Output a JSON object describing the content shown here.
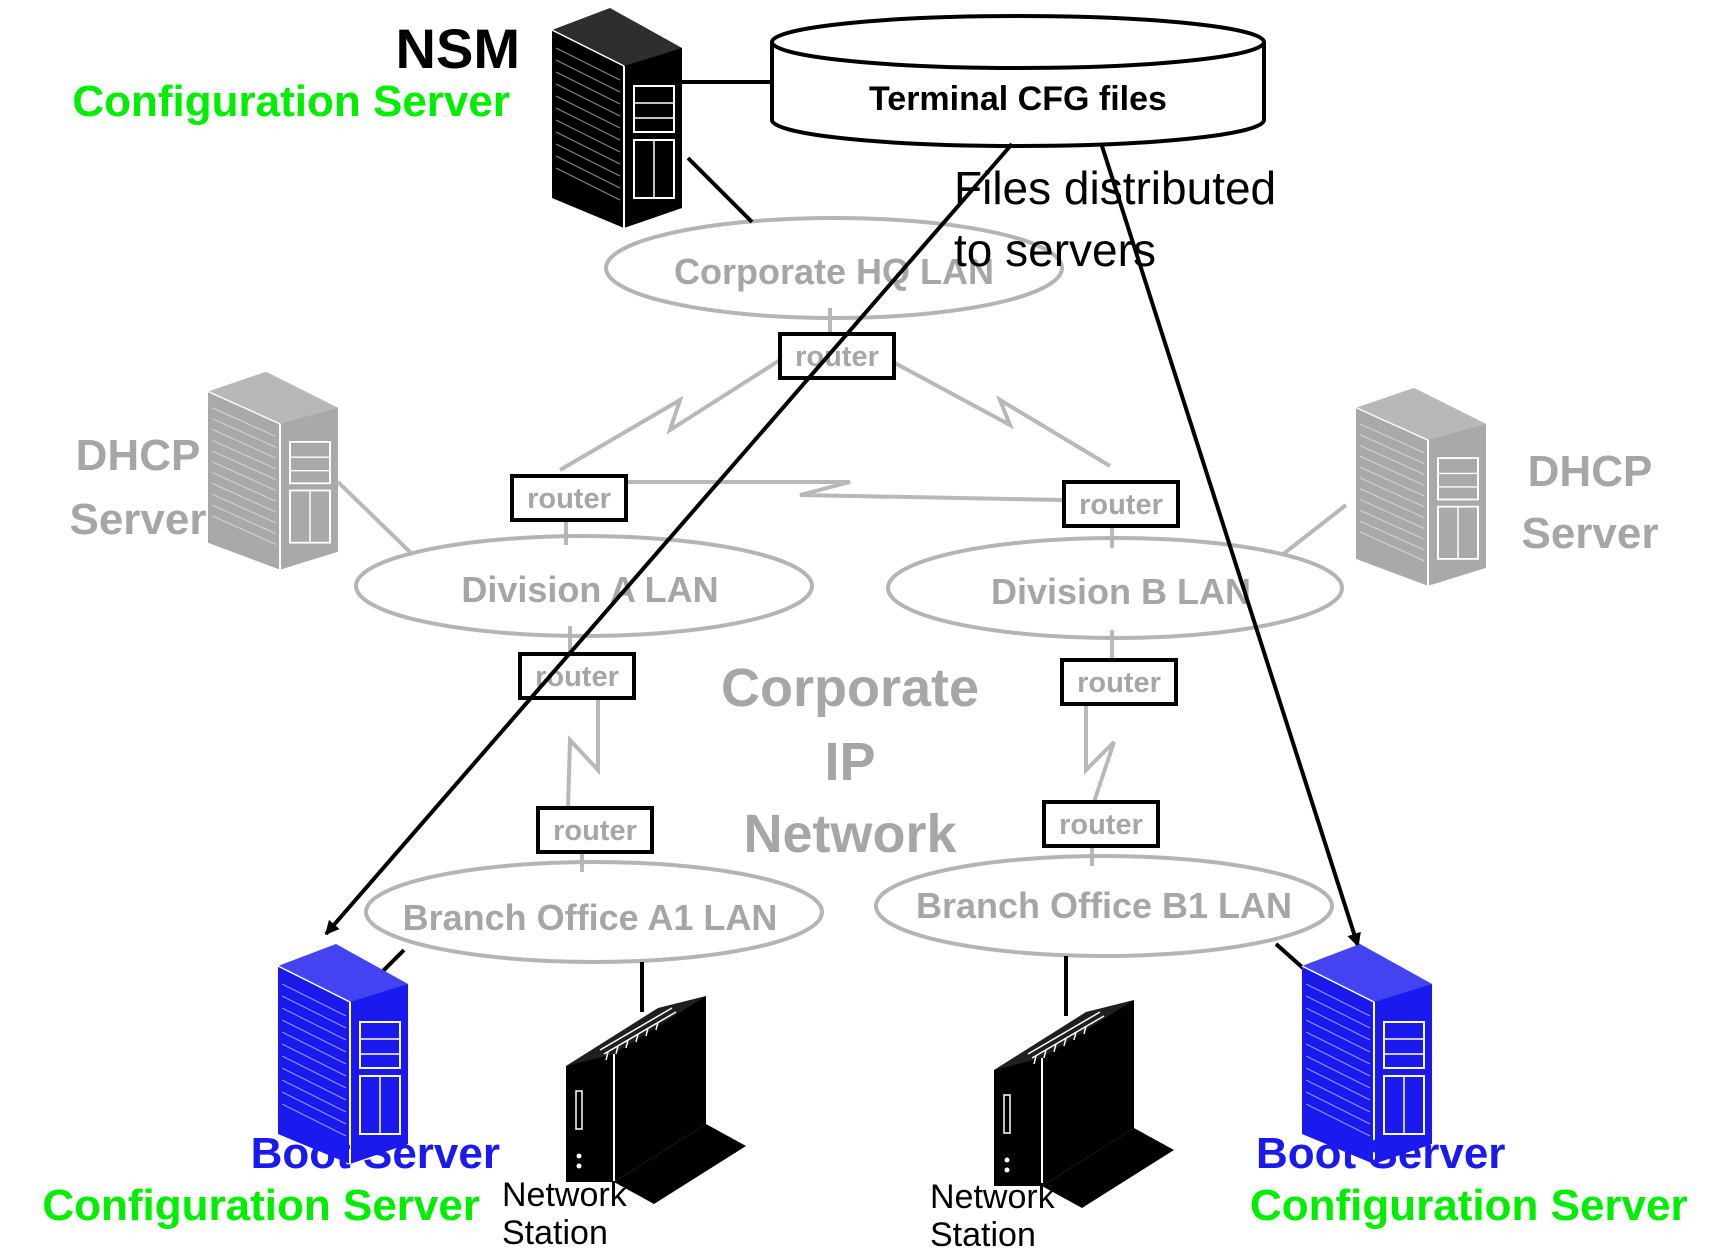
{
  "nsm": {
    "title": "NSM",
    "subtitle": "Configuration Server"
  },
  "storage": {
    "label": "Terminal CFG files"
  },
  "annotation": {
    "line1": "Files distributed",
    "line2": "to servers"
  },
  "lans": {
    "hq": "Corporate HQ LAN",
    "division_a": "Division A LAN",
    "division_b": "Division B LAN",
    "branch_a1": "Branch Office A1 LAN",
    "branch_b1": "Branch Office B1 LAN"
  },
  "router_label": "router",
  "dhcp": {
    "line1": "DHCP",
    "line2": "Server"
  },
  "network": {
    "line1": "Corporate",
    "line2": "IP",
    "line3": "Network"
  },
  "boot_server": {
    "line1": "Boot Server",
    "line2": "Configuration Server"
  },
  "network_station": {
    "line1": "Network",
    "line2": "Station"
  },
  "colors": {
    "green": "#00ee00",
    "blue": "#1a1aee",
    "gray": "#a6a6a6",
    "black": "#000000"
  },
  "icons": {
    "nsm_server": "tower-server-icon",
    "dhcp_server": "tower-server-icon",
    "boot_server": "tower-server-icon",
    "network_station": "thin-client-icon",
    "storage": "database-cylinder-icon",
    "router": "router-box-icon"
  }
}
